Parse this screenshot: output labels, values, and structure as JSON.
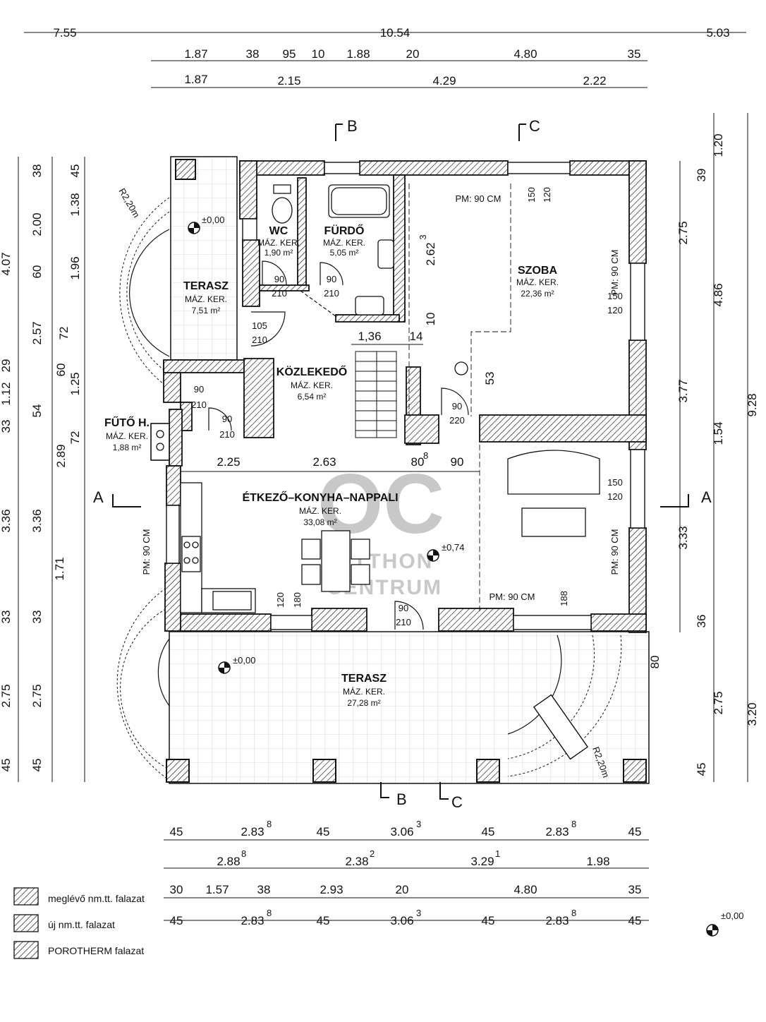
{
  "dimensions": {
    "top_row1": [
      "7.55",
      "10.54",
      "5.03"
    ],
    "top_row2": [
      "1.87",
      "38",
      "95",
      "10",
      "1.88",
      "20",
      "4.80",
      "35"
    ],
    "top_row3": [
      "1.87",
      "2.15",
      "4.29",
      "2.22"
    ],
    "left_outer": [
      "38",
      "2.00",
      "60",
      "2.57",
      "29",
      "1.12",
      "33",
      "3.36",
      "33",
      "2.75",
      "45"
    ],
    "left_inner": [
      "45",
      "1.38",
      "1.96",
      "72",
      "60",
      "1.25",
      "54",
      "72",
      "2.89",
      "3.36",
      "1.71",
      "33",
      "2.75",
      "45"
    ],
    "left_total": "4.07",
    "right_col1": [
      "39",
      "2.75",
      "4.86",
      "3.77",
      "1.54",
      "3.33",
      "36",
      "80",
      "2.75",
      "45"
    ],
    "right_col2": [
      "1.20",
      "9.28",
      "3.20"
    ],
    "bottom_row1": [
      "45",
      "2.83",
      "45",
      "3.06",
      "45",
      "2.83",
      "45"
    ],
    "bottom_row2": [
      "2.88",
      "2.38",
      "3.29",
      "1.98"
    ],
    "bottom_row3": [
      "30",
      "1.57",
      "38",
      "2.93",
      "20",
      "4.80",
      "35"
    ],
    "bottom_row4": [
      "45",
      "2.83",
      "45",
      "3.06",
      "45",
      "2.83",
      "45"
    ],
    "superscripts": {
      "s8": "8",
      "s3": "3",
      "s2": "2",
      "s1": "1"
    },
    "inner": {
      "d225": "2.25",
      "d263": "2.63",
      "d80": "80",
      "d90": "90",
      "d136": "1,36",
      "d14": "14",
      "d262": "2.62",
      "d10": "10",
      "d53": "53"
    }
  },
  "rooms": {
    "terasz_top": {
      "name": "TERASZ",
      "floor": "MÁZ. KER.",
      "area": "7,51 m²"
    },
    "wc": {
      "name": "WC",
      "floor": "MÁZ. KER.",
      "area": "1,90 m²"
    },
    "furdo": {
      "name": "FÜRDŐ",
      "floor": "MÁZ. KER.",
      "area": "5,05 m²"
    },
    "szoba": {
      "name": "SZOBA",
      "floor": "MÁZ. KER.",
      "area": "22,36 m²"
    },
    "kozlekedo": {
      "name": "KÖZLEKEDŐ",
      "floor": "MÁZ. KER.",
      "area": "6,54 m²"
    },
    "futo": {
      "name": "FŰTŐ H.",
      "floor": "MÁZ. KER.",
      "area": "1,88 m²"
    },
    "etkezo": {
      "name": "ÉTKEZŐ–KONYHA–NAPPALI",
      "floor": "MÁZ. KER.",
      "area": "33,08 m²"
    },
    "terasz_bottom": {
      "name": "TERASZ",
      "floor": "MÁZ. KER.",
      "area": "27,28 m²"
    }
  },
  "openings": {
    "wc_door": [
      "90",
      "210"
    ],
    "furdo_door": [
      "90",
      "210"
    ],
    "terasz_door": [
      "105",
      "210"
    ],
    "hall_door": [
      "90",
      "210"
    ],
    "futo_door": [
      "90",
      "210"
    ],
    "szoba_door": [
      "90",
      "220"
    ],
    "main_door": [
      "90",
      "210"
    ],
    "szoba_win_top": [
      "150",
      "120"
    ],
    "szoba_win_right": [
      "150",
      "120"
    ],
    "living_win_right": [
      "150",
      "120"
    ],
    "south_win": [
      "120",
      "180"
    ],
    "pm_szoba_top": "PM: 90 CM",
    "pm_szoba_right": "PM: 90 CM",
    "pm_living_right": "PM: 90 CM",
    "pm_living_bottom": "PM: 90 CM",
    "pm_kitchen_left": "PM: 90 CM",
    "d188": "188"
  },
  "levels": {
    "terasz_top": "±0,00",
    "interior": "±0,74",
    "terasz_bottom": "±0,00",
    "legend_level": "±0,00"
  },
  "radius_labels": [
    "R2,20m",
    "R2,20m"
  ],
  "sections": {
    "B": "B",
    "C": "C",
    "A": "A"
  },
  "legend": [
    {
      "text": "meglévő nm.tt. falazat"
    },
    {
      "text": "új nm.tt. falazat"
    },
    {
      "text": "POROTHERM falazat"
    }
  ],
  "watermark": {
    "logo": "OC",
    "line1": "OTTHON",
    "line2": "CENTRUM"
  }
}
